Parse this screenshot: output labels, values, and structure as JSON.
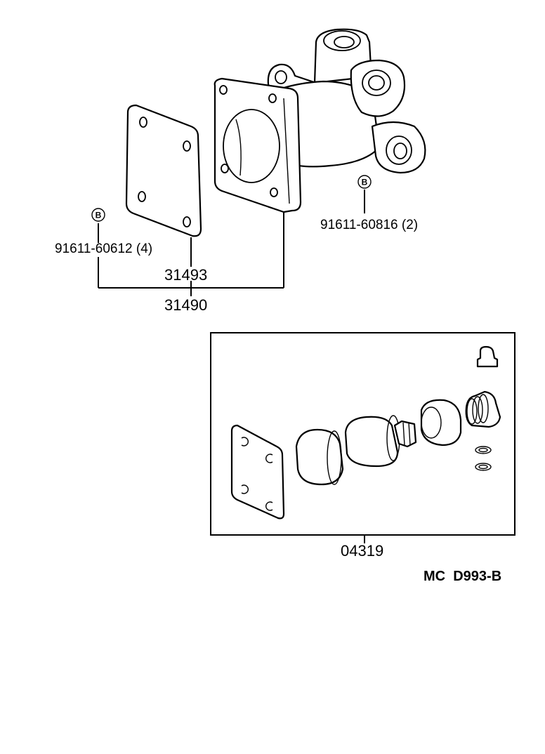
{
  "parts": {
    "bolt_left": {
      "badge": "B",
      "label": "91611-60612 (4)"
    },
    "bolt_right": {
      "badge": "B",
      "label": "91611-60816 (2)"
    },
    "gasket": {
      "label": "31493"
    },
    "assembly": {
      "label": "31490"
    },
    "repair_kit": {
      "label": "04319"
    }
  },
  "diagram_code": "MC  D993-B"
}
